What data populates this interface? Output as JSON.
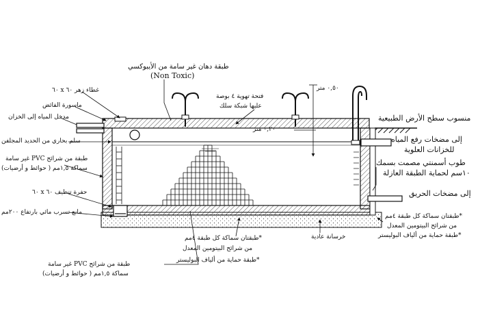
{
  "labels": {
    "epoxy_top": "طبقة دهان غير سامة من الأيبوكسي",
    "non_toxic": "(Non Toxic)",
    "cover": "غطاء زهر ٦٠ x ٦٠",
    "float_pipe": "ماسورة الفائض",
    "water_inlet": "مدخل المياه إلى الخزان",
    "vent": "فتحة تهوية ٤ بوصة",
    "vent_mesh": "عليها شبكة سلك",
    "dim_050": "٠,٥٠ متر",
    "dim_020": "٠,٢٠ متر",
    "ground_level": "منسوب سطح الأرض الطبيعية",
    "pump_1": "إلى مضخات رفع المياه",
    "pump_2": "للخزانات العلوية",
    "marine_ladder": "سلم بحاري من الحديد المجلفن",
    "pvc_wall_1": "طبقة من شرائح PVC غير سامة",
    "pvc_wall_2": "سماكة ١,٥مم ( حوائط و أرضيات)",
    "brick_1": "طوب أسمنتي مصمت بسمك",
    "brick_2": "١٠سم لحماية الطبقة العازلة",
    "fire_pumps": "إلى مضخات الحريق",
    "cleaning_pit": "حفرة تنظيف ٦٠ x ٦٠",
    "leak_barrier": "مانع تسرب مائي بارتفاع ٢٠٠مم",
    "right_bit_1": "*طبقتان سماكة كل طبقة ٤مم",
    "right_bit_2": "من شرائح البيتومين المعدل",
    "right_bit_3": "*طبقة حماية من ألياف البوليستر",
    "plain_concrete": "خرسانة عادية",
    "bottom_bit_1": "*طبقتان سماكة كل طبقة ٤مم",
    "bottom_bit_2": "من شرائح البيتومين المعدل",
    "bottom_bit_3": "*طبقة حماية من ألياف البوليستر",
    "pvc_bottom_1": "طبقة من شرائح PVC غير سامة",
    "pvc_bottom_2": "سماكة ١,٥مم ( حوائط و أرضيات)"
  }
}
